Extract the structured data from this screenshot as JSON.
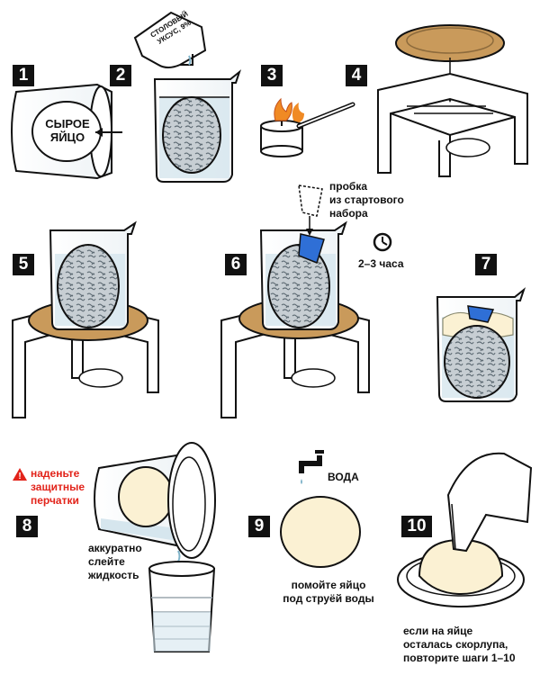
{
  "steps": [
    {
      "number": "1",
      "label_line1": "СЫРОЕ",
      "label_line2": "ЯЙЦО"
    },
    {
      "number": "2",
      "bottle_line1": "СТОЛОВЫЙ",
      "bottle_line2": "УКСУС, 9%"
    },
    {
      "number": "3"
    },
    {
      "number": "4"
    },
    {
      "number": "5"
    },
    {
      "number": "6",
      "cork_line1": "пробка",
      "cork_line2": "из стартового",
      "cork_line3": "набора",
      "time": "2–3 часа"
    },
    {
      "number": "7"
    },
    {
      "number": "8",
      "warning_line1": "наденьте",
      "warning_line2": "защитные",
      "warning_line3": "перчатки",
      "pour_line1": "аккуратно",
      "pour_line2": "слейте",
      "pour_line3": "жидкость"
    },
    {
      "number": "9",
      "tap_label": "ВОДА",
      "wash_line1": "помойте яйцо",
      "wash_line2": "под струёй воды"
    },
    {
      "number": "10",
      "repeat_line1": "если на яйце",
      "repeat_line2": "осталась скорлупа,",
      "repeat_line3": "повторите шаги 1–10"
    }
  ],
  "colors": {
    "ink": "#111111",
    "warning": "#e2231a",
    "plate": "#c99a5b",
    "water": "#d6e6ee",
    "egg_shell": "#9aa5ad",
    "egg_peeled": "#fbf1d3",
    "cork": "#2f6fd6",
    "flame": "#f08a24"
  }
}
